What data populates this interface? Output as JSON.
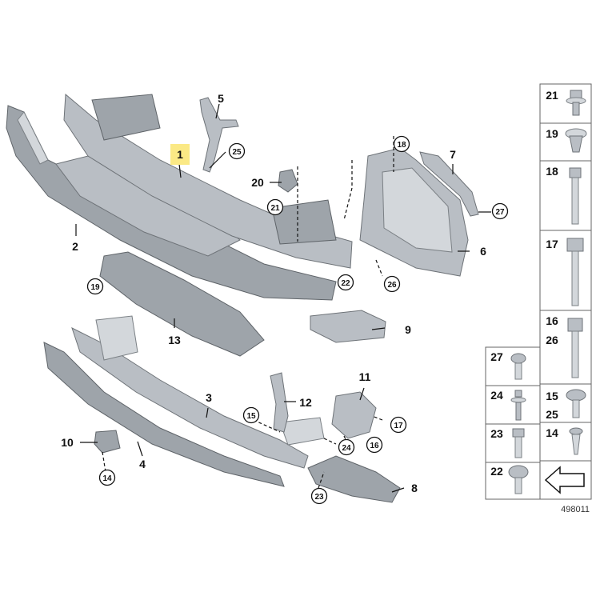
{
  "diagram": {
    "reference": "498011",
    "highlighted_part": "1",
    "colors": {
      "highlight": "#fbe985",
      "part": "#b9bec4",
      "line": "#111111"
    },
    "labels": {
      "p1": "1",
      "p2": "2",
      "p3": "3",
      "p4": "4",
      "p5": "5",
      "p6": "6",
      "p7": "7",
      "p8": "8",
      "p9": "9",
      "p10": "10",
      "p11": "11",
      "p12": "12",
      "p13": "13",
      "p20": "20"
    },
    "circled": {
      "c25": "25",
      "c18": "18",
      "c27": "27",
      "c21": "21",
      "c22": "22",
      "c26": "26",
      "c19": "19",
      "c15": "15",
      "c17": "17",
      "c16": "16",
      "c24": "24",
      "c14": "14",
      "c23": "23"
    },
    "fastener_table": {
      "r21": "21",
      "r19": "19",
      "r18": "18",
      "r17": "17",
      "r16": "16",
      "r26": "26",
      "r27": "27",
      "r24": "24",
      "r23": "23",
      "r22": "22",
      "r15": "15",
      "r25": "25",
      "r14": "14"
    }
  }
}
